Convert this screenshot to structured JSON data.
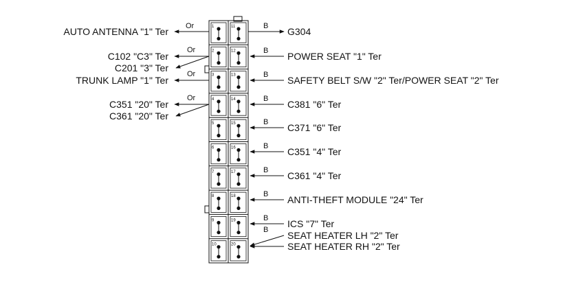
{
  "connector": {
    "pins": [
      {
        "n": "1",
        "m": "11"
      },
      {
        "n": "2",
        "m": "12"
      },
      {
        "n": "3",
        "m": "13"
      },
      {
        "n": "4",
        "m": "14"
      },
      {
        "n": "5",
        "m": "15"
      },
      {
        "n": "6",
        "m": "16"
      },
      {
        "n": "7",
        "m": "17"
      },
      {
        "n": "8",
        "m": "18"
      },
      {
        "n": "9",
        "m": "19"
      },
      {
        "n": "10",
        "m": "20"
      }
    ]
  },
  "left": {
    "auto_antenna": "AUTO ANTENNA \"1\" Ter",
    "c102": "C102 \"C3\" Ter",
    "c201": "C201 \"3\" Ter",
    "trunk_lamp": "TRUNK LAMP \"1\" Ter",
    "c351_20": "C351 \"20\" Ter",
    "c361_20": "C361 \"20\" Ter",
    "wire_color": "Or"
  },
  "right": {
    "g304": "G304",
    "power_seat_1": "POWER SEAT \"1\" Ter",
    "safety_belt": "SAFETY BELT S/W \"2\" Ter/POWER SEAT \"2\" Ter",
    "c381": "C381 \"6\" Ter",
    "c371": "C371 \"6\" Ter",
    "c351_4": "C351 \"4\" Ter",
    "c361_4": "C361 \"4\" Ter",
    "anti_theft": "ANTI-THEFT MODULE \"24\" Ter",
    "ics": "ICS \"7\" Ter",
    "seat_heater_lh": "SEAT HEATER LH \"2\" Ter",
    "seat_heater_rh": "SEAT HEATER RH \"2\" Ter",
    "wire_color": "B"
  }
}
